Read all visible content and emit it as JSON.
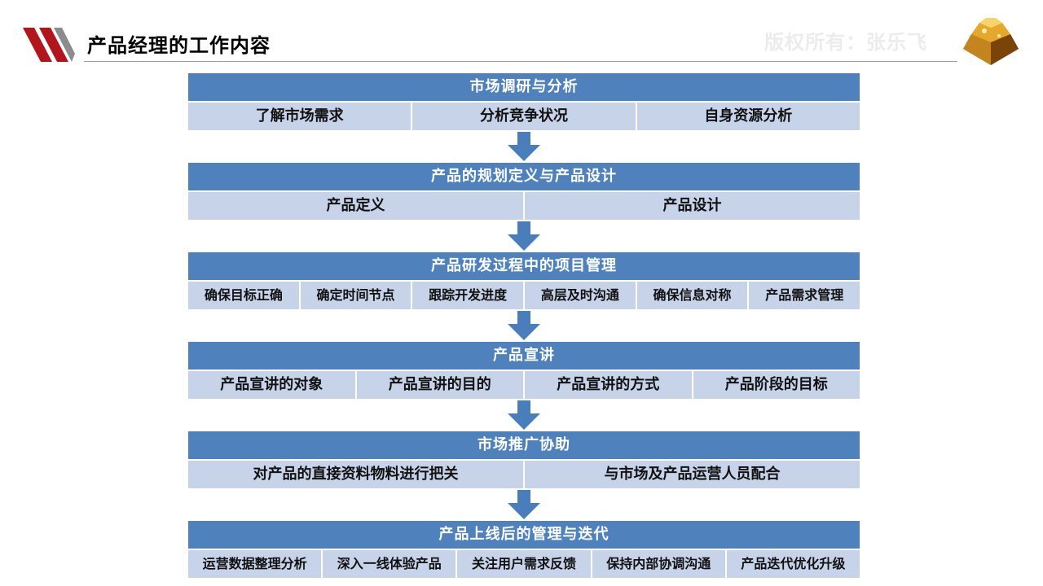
{
  "slide": {
    "title": "产品经理的工作内容",
    "watermark": "版权所有：张乐飞"
  },
  "colors": {
    "header_blue": "#4f81bd",
    "cell_light_blue": "#c7d3e8",
    "arrow_blue": "#4a7ebb",
    "logo_red": "#b0161b",
    "logo_gray": "#8c8c8c"
  },
  "icons": {
    "logo": "diagonal-stripes-logo",
    "corner": "golden-emblem-icon",
    "arrow": "down-arrow-icon"
  },
  "stages": [
    {
      "header": "市场调研与分析",
      "items": [
        "了解市场需求",
        "分析竞争状况",
        "自身资源分析"
      ]
    },
    {
      "header": "产品的规划定义与产品设计",
      "items": [
        "产品定义",
        "产品设计"
      ]
    },
    {
      "header": "产品研发过程中的项目管理",
      "items": [
        "确保目标正确",
        "确定时间节点",
        "跟踪开发进度",
        "高层及时沟通",
        "确保信息对称",
        "产品需求管理"
      ]
    },
    {
      "header": "产品宣讲",
      "items": [
        "产品宣讲的对象",
        "产品宣讲的目的",
        "产品宣讲的方式",
        "产品阶段的目标"
      ]
    },
    {
      "header": "市场推广协助",
      "items": [
        "对产品的直接资料物料进行把关",
        "与市场及产品运营人员配合"
      ]
    },
    {
      "header": "产品上线后的管理与迭代",
      "items": [
        "运营数据整理分析",
        "深入一线体验产品",
        "关注用户需求反馈",
        "保持内部协调沟通",
        "产品迭代优化升级"
      ]
    }
  ]
}
